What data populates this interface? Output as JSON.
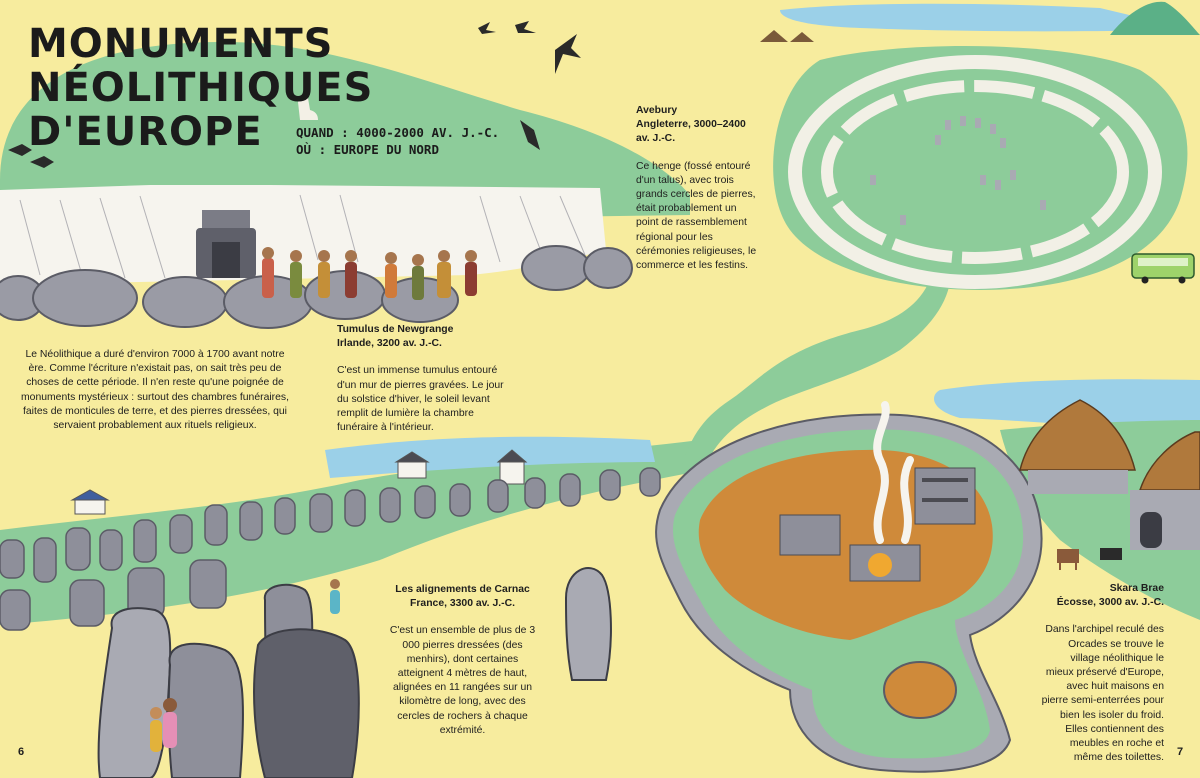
{
  "title_line1": "Monuments néolithiques",
  "title_line2": "d'Europe",
  "when": "QUAND : 4000-2000 AV. J.-C.",
  "where": "OÙ : EUROPE DU NORD",
  "intro": "Le Néolithique a duré d'environ 7000 à 1700 avant notre ère. Comme l'écriture n'existait pas, on sait très peu de choses de cette période. Il n'en reste qu'une poignée de monuments mystérieux : surtout des chambres funéraires, faites de monticules de terre, et des pierres dressées, qui servaient probablement aux rituels religieux.",
  "sites": {
    "newgrange": {
      "name": "Tumulus de Newgrange",
      "place": "Irlande, 3200 av. J.-C.",
      "text": "C'est un immense tumulus entouré d'un mur de pierres gravées. Le jour du solstice d'hiver, le soleil levant remplit de lumière la chambre funéraire à l'intérieur."
    },
    "carnac": {
      "name": "Les alignements de Carnac",
      "place": "France, 3300 av. J.-C.",
      "text": "C'est un ensemble de plus de 3 000 pierres dressées (des menhirs), dont certaines atteignent 4 mètres de haut, alignées en 11 rangées sur un kilomètre de long, avec des cercles de rochers à chaque extrémité."
    },
    "avebury": {
      "name": "Avebury",
      "place": "Angleterre, 3000–2400 av. J.-C.",
      "text": "Ce henge (fossé entouré d'un talus), avec trois grands cercles de pierres, était probablement un point de rassemblement régional pour les cérémonies religieuses, le commerce et les festins."
    },
    "skara": {
      "name": "Skara Brae",
      "place": "Écosse, 3000 av. J.-C.",
      "text": "Dans l'archipel reculé des Orcades se trouve le village néolithique le mieux préservé d'Europe, avec huit maisons en pierre semi-enterrées pour bien les isoler du froid. Elles contiennent des meubles en roche et même des toilettes."
    }
  },
  "page_left": "6",
  "page_right": "7",
  "colors": {
    "background": "#f7ec9e",
    "grass": "#8dcc9a",
    "stone": "#8e8f9a",
    "water": "#9bd0e8",
    "ring": "#f2f0e6"
  }
}
